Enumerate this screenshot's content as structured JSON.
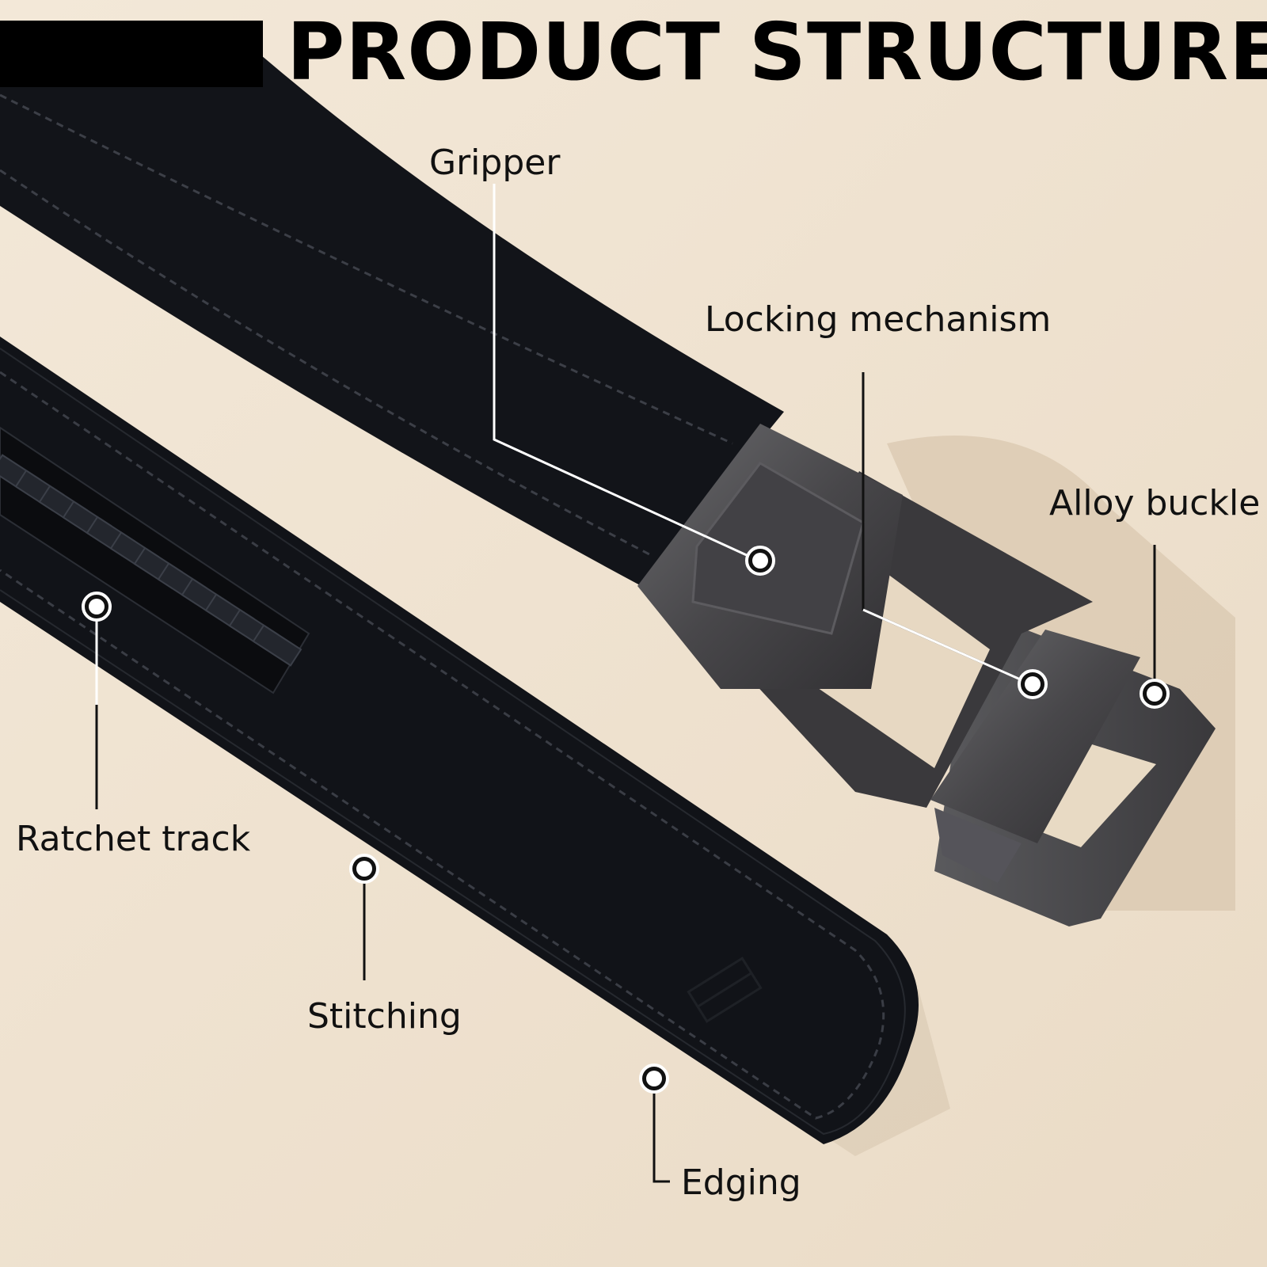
{
  "title": "PRODUCT STRUCTURE",
  "labels": {
    "gripper": "Gripper",
    "locking_mechanism": "Locking mechanism",
    "alloy_buckle": "Alloy buckle",
    "ratchet_track": "Ratchet track",
    "stitching": "Stitching",
    "edging": "Edging"
  },
  "colors": {
    "background": "#efe3d2",
    "leather": "#14161b",
    "buckle": "#4b4a4d",
    "callout_light": "#ffffff",
    "callout_dark": "#111111"
  }
}
